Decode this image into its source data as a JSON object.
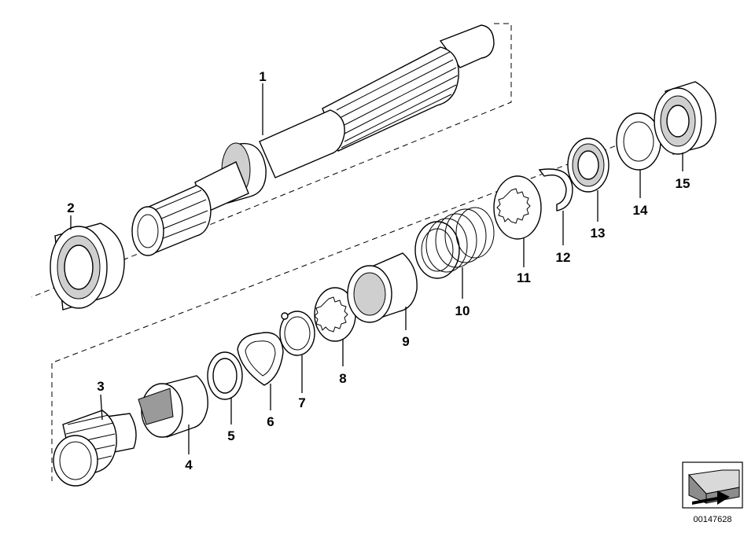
{
  "diagram": {
    "callouts": [
      "1",
      "2",
      "3",
      "4",
      "5",
      "6",
      "7",
      "8",
      "9",
      "10",
      "11",
      "12",
      "13",
      "14",
      "15"
    ],
    "reference_number": "00147628"
  }
}
